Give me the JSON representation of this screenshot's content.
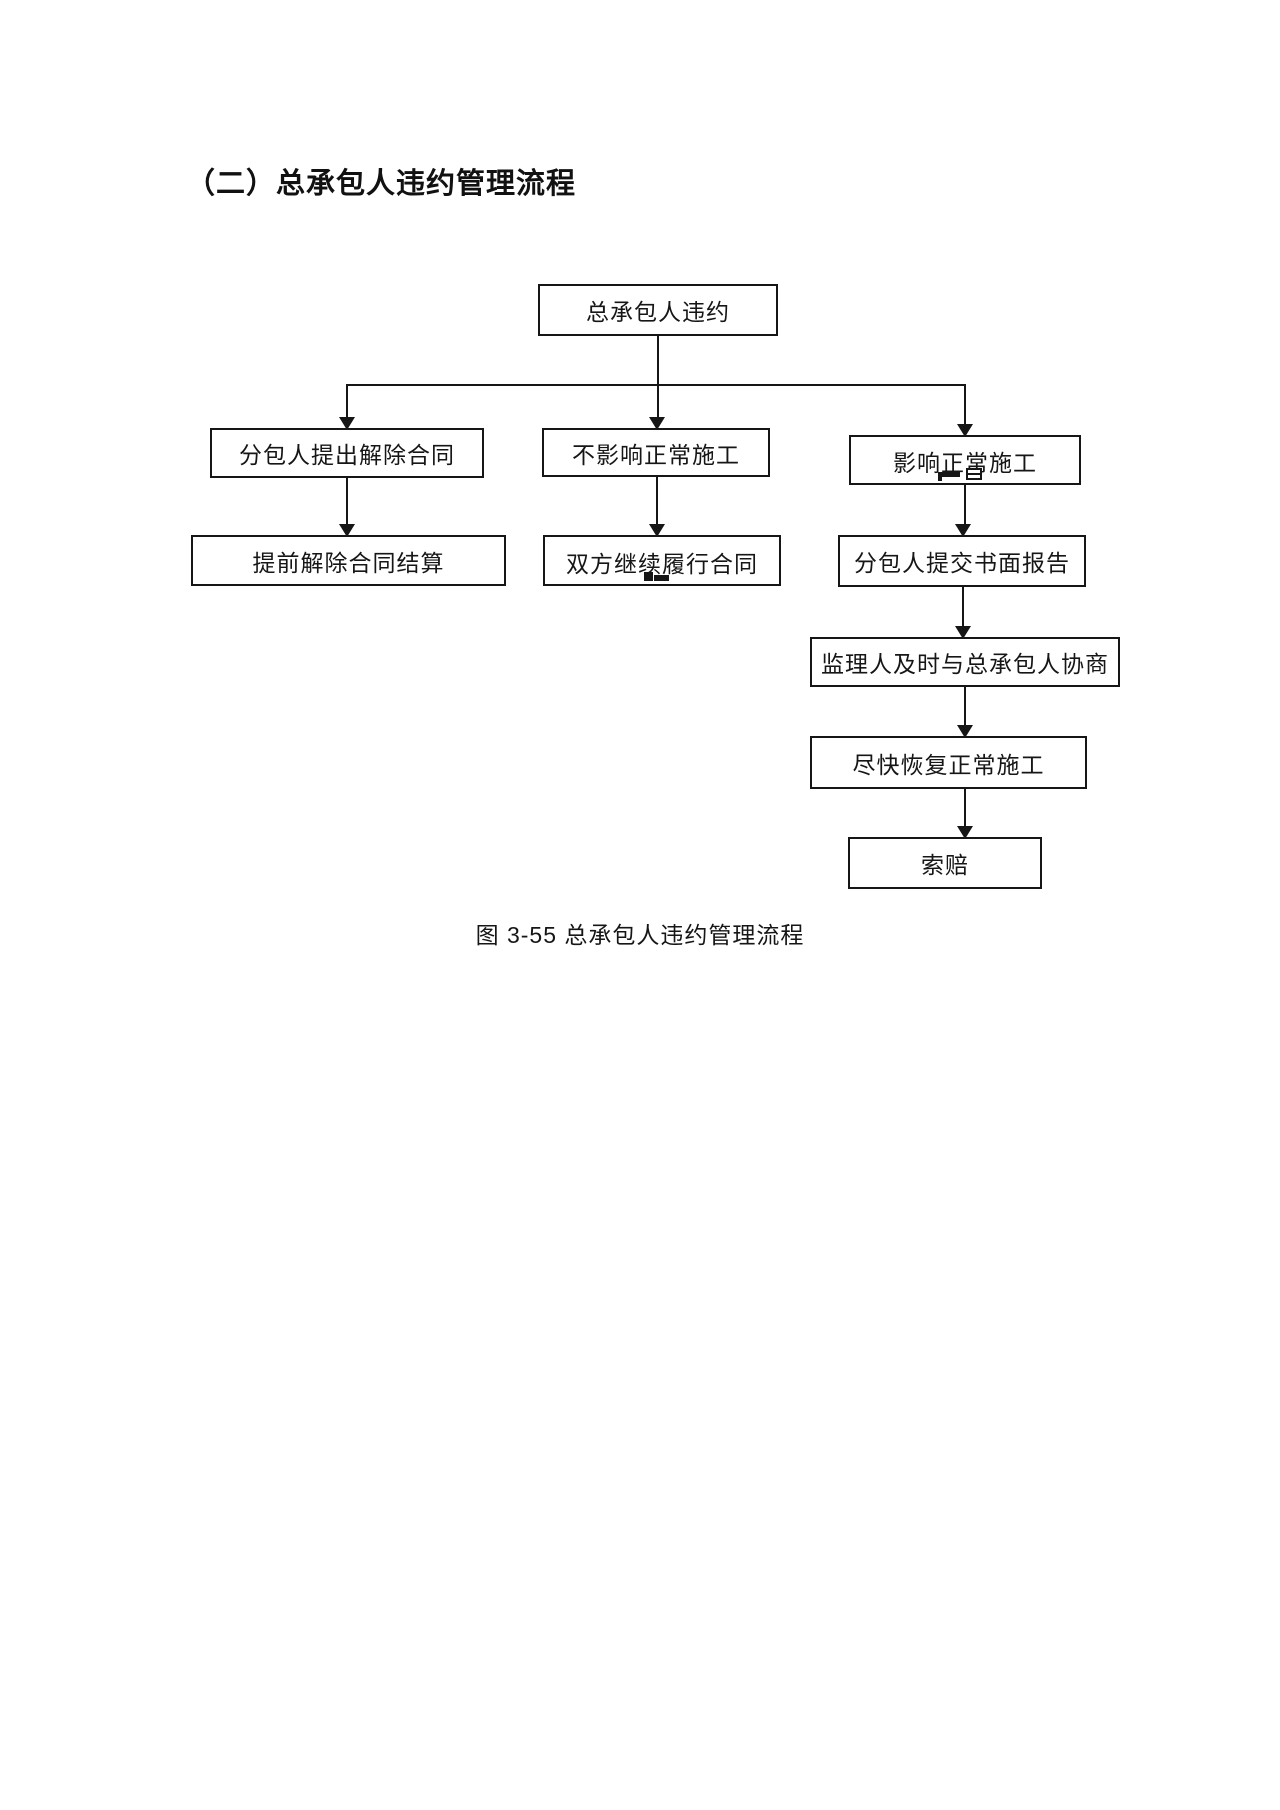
{
  "page": {
    "heading": "（二）总承包人违约管理流程",
    "caption": "图 3-55 总承包人违约管理流程"
  },
  "colors": {
    "ink": "#161616",
    "background": "#ffffff"
  },
  "flowchart": {
    "nodes": [
      {
        "id": "A",
        "label": "总承包人违约"
      },
      {
        "id": "B1",
        "label": "分包人提出解除合同"
      },
      {
        "id": "B2",
        "label": "不影响正常施工"
      },
      {
        "id": "B3",
        "label": "影响正常施工"
      },
      {
        "id": "C1",
        "label": "提前解除合同结算"
      },
      {
        "id": "C2",
        "label": "双方继续履行合同"
      },
      {
        "id": "C3",
        "label": "分包人提交书面报告"
      },
      {
        "id": "D",
        "label": "监理人及时与总承包人协商"
      },
      {
        "id": "E",
        "label": "尽快恢复正常施工"
      },
      {
        "id": "F",
        "label": "索赔"
      }
    ],
    "edges": [
      {
        "from": "A",
        "to": "B1"
      },
      {
        "from": "A",
        "to": "B2"
      },
      {
        "from": "A",
        "to": "B3"
      },
      {
        "from": "B1",
        "to": "C1"
      },
      {
        "from": "B2",
        "to": "C2"
      },
      {
        "from": "B3",
        "to": "C3"
      },
      {
        "from": "C3",
        "to": "D"
      },
      {
        "from": "D",
        "to": "E"
      },
      {
        "from": "E",
        "to": "F"
      }
    ]
  }
}
